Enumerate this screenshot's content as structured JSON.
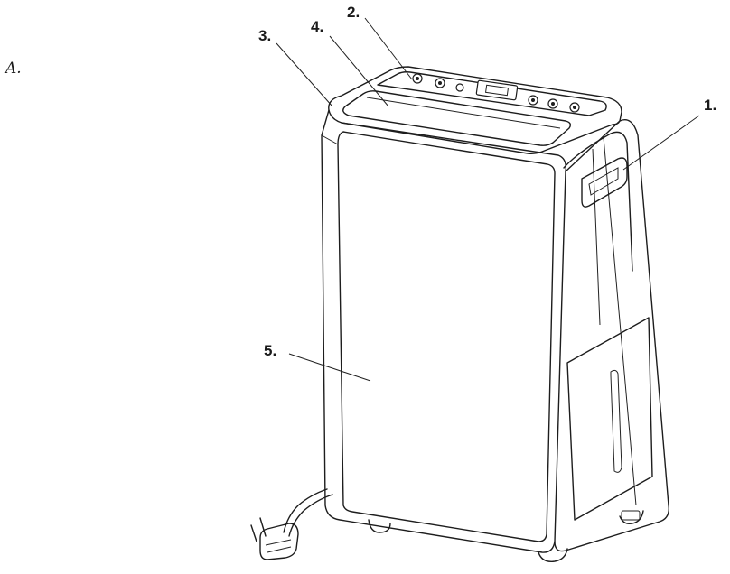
{
  "figure": {
    "letter": "A."
  },
  "callouts": [
    {
      "id": "1",
      "label": "1."
    },
    {
      "id": "2",
      "label": "2."
    },
    {
      "id": "3",
      "label": "3."
    },
    {
      "id": "4",
      "label": "4."
    },
    {
      "id": "5",
      "label": "5."
    }
  ],
  "colors": {
    "line": "#1d1d1d",
    "background": "#ffffff"
  }
}
